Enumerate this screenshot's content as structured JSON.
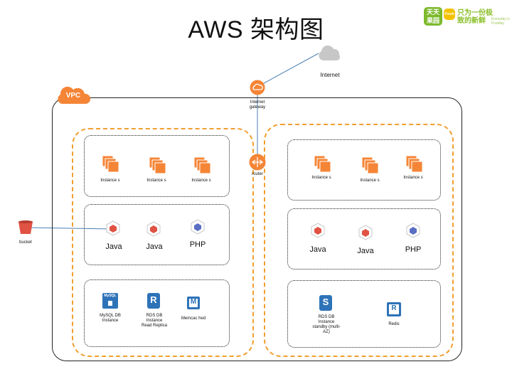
{
  "header": {
    "title": "AWS 架构图",
    "logo": {
      "badge": "天天果园",
      "mini": "Fresh",
      "slogan": "只为一份极致的新鲜",
      "slogan_sub": "Everyday is Fruitday"
    }
  },
  "internet": {
    "label": "Internet",
    "icon": "cloud-icon"
  },
  "gateway": {
    "label": "Internet gateway",
    "icon": "internet-gateway-icon"
  },
  "router": {
    "label": "router",
    "icon": "router-icon"
  },
  "vpc": {
    "label": "VPC"
  },
  "bucket": {
    "label": "bucket",
    "icon": "s3-bucket-icon"
  },
  "left_zone": {
    "instances": [
      "Instance s",
      "Instance s",
      "Instance s"
    ],
    "apps": [
      "Java",
      "Java",
      "PHP"
    ],
    "data": [
      {
        "label": "MySQL DB Instance",
        "icon": "mysql-db-icon",
        "icon_text": "MySQL"
      },
      {
        "label": "RDS DB Instance Read Replica",
        "icon": "rds-read-replica-icon",
        "icon_text": "R"
      },
      {
        "label": "Memcac hed",
        "icon": "memcached-icon",
        "icon_text": "M"
      }
    ]
  },
  "right_zone": {
    "instances": [
      "Instance s",
      "Instance s",
      "Instance s"
    ],
    "apps": [
      "Java",
      "Java",
      "PHP"
    ],
    "data": [
      {
        "label": "RDS DB Instance standby (multi-AZ)",
        "icon": "rds-standby-icon",
        "icon_text": "S"
      },
      {
        "label": "Redis",
        "icon": "redis-icon",
        "icon_text": "R"
      }
    ]
  },
  "colors": {
    "orange": "#f58536",
    "dashed": "#f0a030",
    "red": "#e05243",
    "blue": "#2e73b8",
    "green": "#8bbf2a",
    "cloud": "#c7c7c7"
  }
}
